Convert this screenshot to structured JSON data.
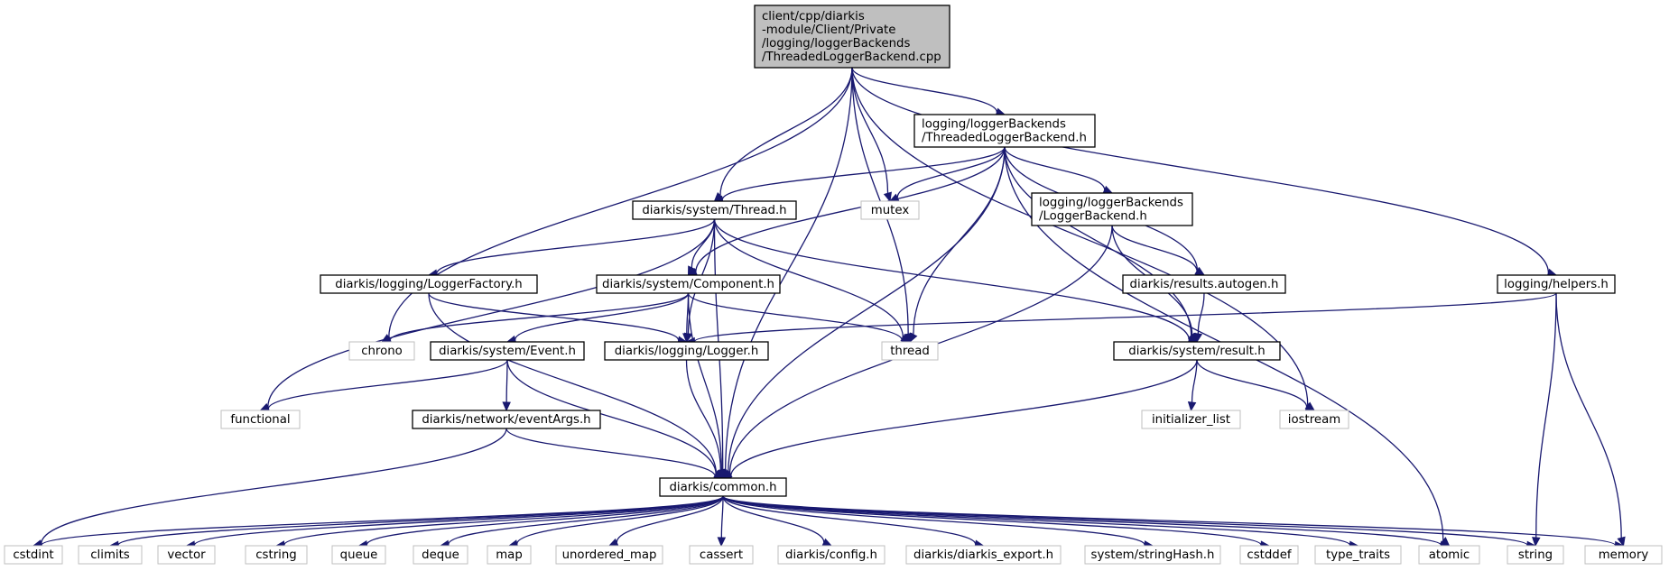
{
  "diagram": {
    "nodes": [
      {
        "id": "root",
        "kind": "root",
        "lines": [
          "client/cpp/diarkis",
          "-module/Client/Private",
          "/logging/loggerBackends",
          "/ThreadedLoggerBackend.cpp"
        ]
      },
      {
        "id": "threaded_h",
        "kind": "project",
        "lines": [
          "logging/loggerBackends",
          "/ThreadedLoggerBackend.h"
        ]
      },
      {
        "id": "thread_h",
        "kind": "project",
        "lines": [
          "diarkis/system/Thread.h"
        ]
      },
      {
        "id": "mutex",
        "kind": "system",
        "lines": [
          "mutex"
        ]
      },
      {
        "id": "loggerbackend_h",
        "kind": "project",
        "lines": [
          "logging/loggerBackends",
          "/LoggerBackend.h"
        ]
      },
      {
        "id": "helpers_h",
        "kind": "project",
        "lines": [
          "logging/helpers.h"
        ]
      },
      {
        "id": "loggerfactory_h",
        "kind": "project",
        "lines": [
          "diarkis/logging/LoggerFactory.h"
        ]
      },
      {
        "id": "component_h",
        "kind": "project",
        "lines": [
          "diarkis/system/Component.h"
        ]
      },
      {
        "id": "results_autogen_h",
        "kind": "project",
        "lines": [
          "diarkis/results.autogen.h"
        ]
      },
      {
        "id": "chrono",
        "kind": "system",
        "lines": [
          "chrono"
        ]
      },
      {
        "id": "event_h",
        "kind": "project",
        "lines": [
          "diarkis/system/Event.h"
        ]
      },
      {
        "id": "logger_h",
        "kind": "project",
        "lines": [
          "diarkis/logging/Logger.h"
        ]
      },
      {
        "id": "thread",
        "kind": "system",
        "lines": [
          "thread"
        ]
      },
      {
        "id": "result_h",
        "kind": "project",
        "lines": [
          "diarkis/system/result.h"
        ]
      },
      {
        "id": "functional",
        "kind": "system",
        "lines": [
          "functional"
        ]
      },
      {
        "id": "eventargs_h",
        "kind": "project",
        "lines": [
          "diarkis/network/eventArgs.h"
        ]
      },
      {
        "id": "initializer_list",
        "kind": "system",
        "lines": [
          "initializer_list"
        ]
      },
      {
        "id": "iostream",
        "kind": "system",
        "lines": [
          "iostream"
        ]
      },
      {
        "id": "common_h",
        "kind": "project",
        "lines": [
          "diarkis/common.h"
        ]
      },
      {
        "id": "cstdint",
        "kind": "system",
        "lines": [
          "cstdint"
        ]
      },
      {
        "id": "climits",
        "kind": "system",
        "lines": [
          "climits"
        ]
      },
      {
        "id": "vector",
        "kind": "system",
        "lines": [
          "vector"
        ]
      },
      {
        "id": "cstring",
        "kind": "system",
        "lines": [
          "cstring"
        ]
      },
      {
        "id": "queue",
        "kind": "system",
        "lines": [
          "queue"
        ]
      },
      {
        "id": "deque",
        "kind": "system",
        "lines": [
          "deque"
        ]
      },
      {
        "id": "map",
        "kind": "system",
        "lines": [
          "map"
        ]
      },
      {
        "id": "unordered_map",
        "kind": "system",
        "lines": [
          "unordered_map"
        ]
      },
      {
        "id": "cassert",
        "kind": "system",
        "lines": [
          "cassert"
        ]
      },
      {
        "id": "config_h",
        "kind": "system",
        "lines": [
          "diarkis/config.h"
        ]
      },
      {
        "id": "diarkis_export_h",
        "kind": "system",
        "lines": [
          "diarkis/diarkis_export.h"
        ]
      },
      {
        "id": "stringhash_h",
        "kind": "system",
        "lines": [
          "system/stringHash.h"
        ]
      },
      {
        "id": "cstddef",
        "kind": "system",
        "lines": [
          "cstddef"
        ]
      },
      {
        "id": "type_traits",
        "kind": "system",
        "lines": [
          "type_traits"
        ]
      },
      {
        "id": "atomic",
        "kind": "system",
        "lines": [
          "atomic"
        ]
      },
      {
        "id": "string",
        "kind": "system",
        "lines": [
          "string"
        ]
      },
      {
        "id": "memory",
        "kind": "system",
        "lines": [
          "memory"
        ]
      }
    ],
    "edges": [
      [
        "root",
        "threaded_h"
      ],
      [
        "root",
        "thread_h"
      ],
      [
        "root",
        "mutex"
      ],
      [
        "root",
        "thread"
      ],
      [
        "root",
        "helpers_h"
      ],
      [
        "root",
        "chrono"
      ],
      [
        "root",
        "common_h"
      ],
      [
        "root",
        "iostream"
      ],
      [
        "threaded_h",
        "thread_h"
      ],
      [
        "threaded_h",
        "mutex"
      ],
      [
        "threaded_h",
        "loggerbackend_h"
      ],
      [
        "threaded_h",
        "component_h"
      ],
      [
        "threaded_h",
        "thread"
      ],
      [
        "threaded_h",
        "results_autogen_h"
      ],
      [
        "threaded_h",
        "result_h"
      ],
      [
        "threaded_h",
        "common_h"
      ],
      [
        "threaded_h",
        "atomic"
      ],
      [
        "thread_h",
        "loggerfactory_h"
      ],
      [
        "thread_h",
        "component_h"
      ],
      [
        "thread_h",
        "logger_h"
      ],
      [
        "thread_h",
        "thread"
      ],
      [
        "thread_h",
        "result_h"
      ],
      [
        "thread_h",
        "functional"
      ],
      [
        "thread_h",
        "common_h"
      ],
      [
        "loggerbackend_h",
        "results_autogen_h"
      ],
      [
        "loggerbackend_h",
        "result_h"
      ],
      [
        "loggerbackend_h",
        "common_h"
      ],
      [
        "helpers_h",
        "logger_h"
      ],
      [
        "helpers_h",
        "string"
      ],
      [
        "helpers_h",
        "memory"
      ],
      [
        "loggerfactory_h",
        "logger_h"
      ],
      [
        "loggerfactory_h",
        "common_h"
      ],
      [
        "component_h",
        "chrono"
      ],
      [
        "component_h",
        "event_h"
      ],
      [
        "component_h",
        "logger_h"
      ],
      [
        "component_h",
        "thread"
      ],
      [
        "component_h",
        "common_h"
      ],
      [
        "results_autogen_h",
        "result_h"
      ],
      [
        "event_h",
        "functional"
      ],
      [
        "event_h",
        "eventargs_h"
      ],
      [
        "event_h",
        "common_h"
      ],
      [
        "logger_h",
        "common_h"
      ],
      [
        "result_h",
        "initializer_list"
      ],
      [
        "result_h",
        "iostream"
      ],
      [
        "result_h",
        "common_h"
      ],
      [
        "eventargs_h",
        "common_h"
      ],
      [
        "eventargs_h",
        "cstdint"
      ],
      [
        "common_h",
        "cstdint"
      ],
      [
        "common_h",
        "climits"
      ],
      [
        "common_h",
        "vector"
      ],
      [
        "common_h",
        "cstring"
      ],
      [
        "common_h",
        "queue"
      ],
      [
        "common_h",
        "deque"
      ],
      [
        "common_h",
        "map"
      ],
      [
        "common_h",
        "unordered_map"
      ],
      [
        "common_h",
        "cassert"
      ],
      [
        "common_h",
        "config_h"
      ],
      [
        "common_h",
        "diarkis_export_h"
      ],
      [
        "common_h",
        "stringhash_h"
      ],
      [
        "common_h",
        "cstddef"
      ],
      [
        "common_h",
        "type_traits"
      ],
      [
        "common_h",
        "atomic"
      ],
      [
        "common_h",
        "string"
      ],
      [
        "common_h",
        "memory"
      ]
    ]
  }
}
